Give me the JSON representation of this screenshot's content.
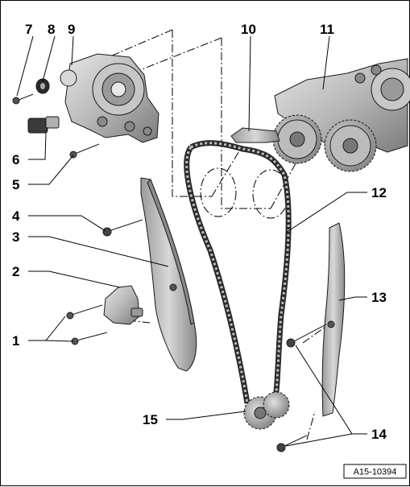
{
  "diagram": {
    "reference_code": "A15-10394",
    "callouts": [
      {
        "id": "1",
        "label": "1"
      },
      {
        "id": "2",
        "label": "2"
      },
      {
        "id": "3",
        "label": "3"
      },
      {
        "id": "4",
        "label": "4"
      },
      {
        "id": "5",
        "label": "5"
      },
      {
        "id": "6",
        "label": "6"
      },
      {
        "id": "7",
        "label": "7"
      },
      {
        "id": "8",
        "label": "8"
      },
      {
        "id": "9",
        "label": "9"
      },
      {
        "id": "10",
        "label": "10"
      },
      {
        "id": "11",
        "label": "11"
      },
      {
        "id": "12",
        "label": "12"
      },
      {
        "id": "13",
        "label": "13"
      },
      {
        "id": "14",
        "label": "14"
      },
      {
        "id": "15",
        "label": "15"
      }
    ],
    "colors": {
      "outline": "#1a1a1a",
      "metal_light": "#d4d4d4",
      "metal_mid": "#a8a8a8",
      "metal_dark": "#6a6a6a",
      "chain": "#3a3a3a"
    }
  }
}
